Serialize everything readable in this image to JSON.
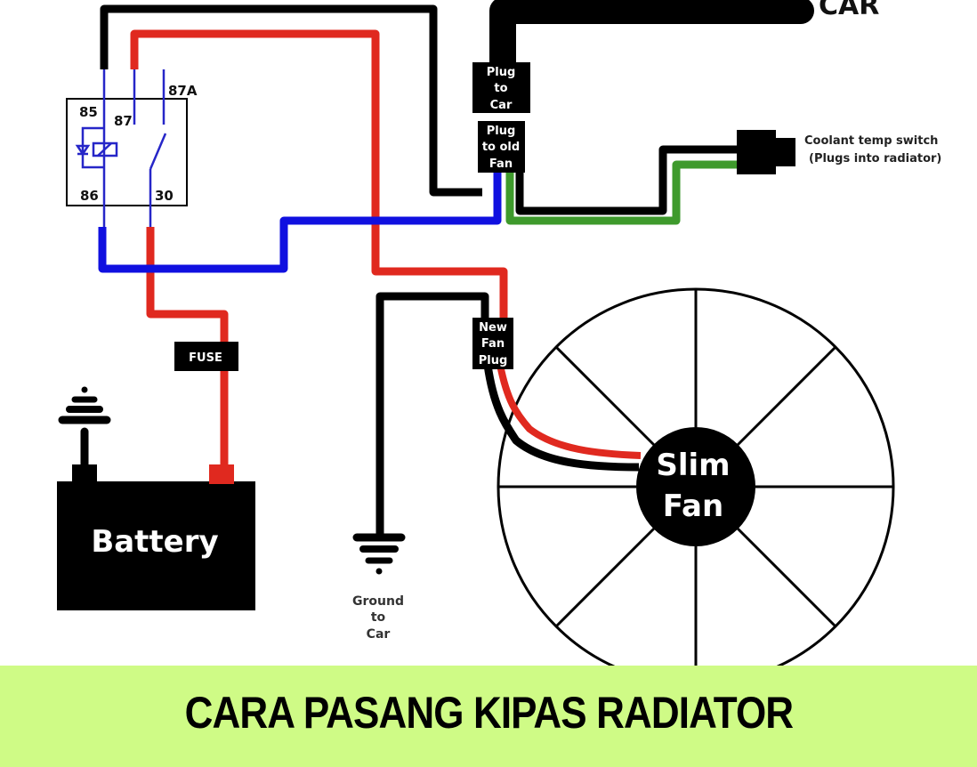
{
  "diagram": {
    "title": "CARA PASANG KIPAS RADIATOR",
    "colors": {
      "wire_red": "#e0291f",
      "wire_black": "#000000",
      "wire_blue": "#1010e0",
      "wire_green": "#3e9a2c",
      "relay_internal": "#2626c8",
      "banner_bg": "#cffb86"
    },
    "labels": {
      "car": "CAR",
      "plug_to_car": [
        "Plug",
        "to",
        "Car"
      ],
      "plug_to_old_fan": [
        "Plug",
        "to old",
        "Fan"
      ],
      "coolant_switch": [
        "Coolant temp switch",
        "(Plugs into radiator)"
      ],
      "new_fan_plug": [
        "New",
        "Fan",
        "Plug"
      ],
      "slim_fan": [
        "Slim",
        "Fan"
      ],
      "fuse": "FUSE",
      "battery": "Battery",
      "ground": [
        "Ground",
        "to",
        "Car"
      ]
    },
    "relay": {
      "pins": {
        "p85": "85",
        "p86": "86",
        "p87": "87",
        "p87a": "87A",
        "p30": "30"
      }
    },
    "components": [
      "relay",
      "fuse",
      "battery",
      "plug-to-car",
      "plug-to-old-fan",
      "coolant-temp-switch",
      "new-fan-plug",
      "slim-fan",
      "ground-to-car"
    ]
  }
}
